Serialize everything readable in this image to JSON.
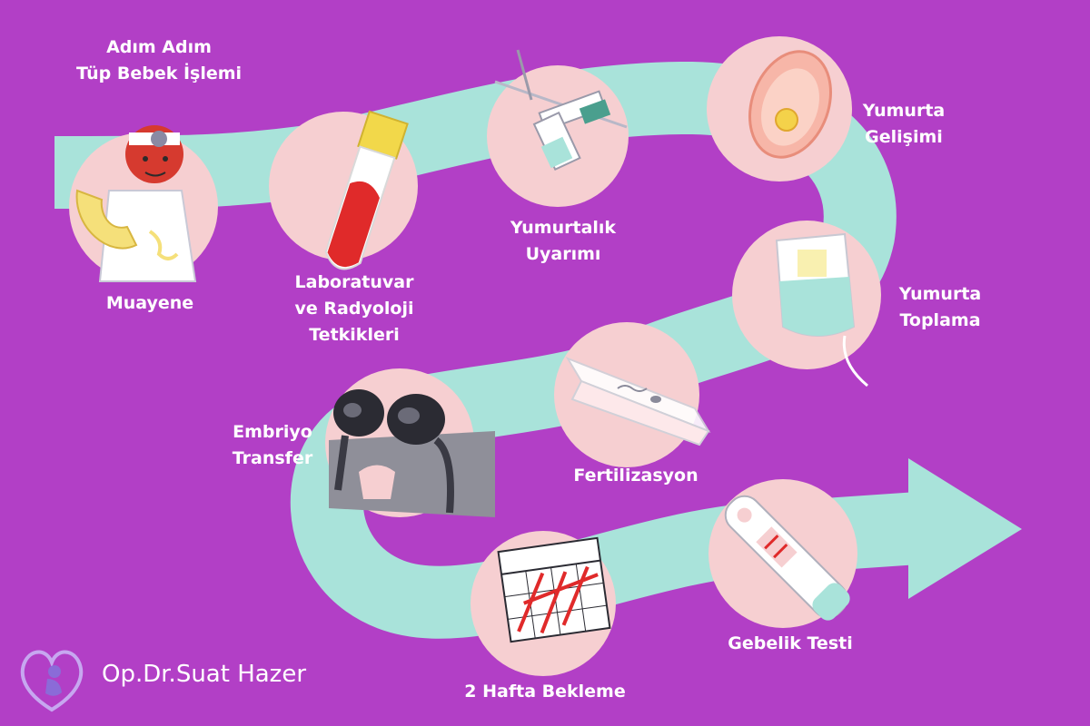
{
  "title": {
    "line1": "Adım Adım",
    "line2": "Tüp Bebek İşlemi"
  },
  "steps": [
    {
      "icon": "doctor-icon",
      "lines": [
        "Muayene"
      ]
    },
    {
      "icon": "test-tube-icon",
      "lines": [
        "Laboratuvar",
        "ve Radyoloji",
        "Tetkikleri"
      ]
    },
    {
      "icon": "syringe-icon",
      "lines": [
        "Yumurtalık",
        "Uyarımı"
      ]
    },
    {
      "icon": "egg-cell-icon",
      "lines": [
        "Yumurta",
        "Gelişimi"
      ]
    },
    {
      "icon": "iv-bag-icon",
      "lines": [
        "Yumurta",
        "Toplama"
      ]
    },
    {
      "icon": "petri-dish-icon",
      "lines": [
        "Fertilizasyon"
      ]
    },
    {
      "icon": "microscope-icon",
      "lines": [
        "Embriyo",
        "Transfer"
      ]
    },
    {
      "icon": "calendar-icon",
      "lines": [
        "2 Hafta Bekleme"
      ]
    },
    {
      "icon": "pregnancy-test-icon",
      "lines": [
        "Gebelik Testi"
      ]
    }
  ],
  "brand": "Op.Dr.Suat Hazer",
  "colors": {
    "background": "#b23fc6",
    "path": "#a9e3da",
    "circle": "#f6cfd1",
    "text": "#ffffff"
  }
}
